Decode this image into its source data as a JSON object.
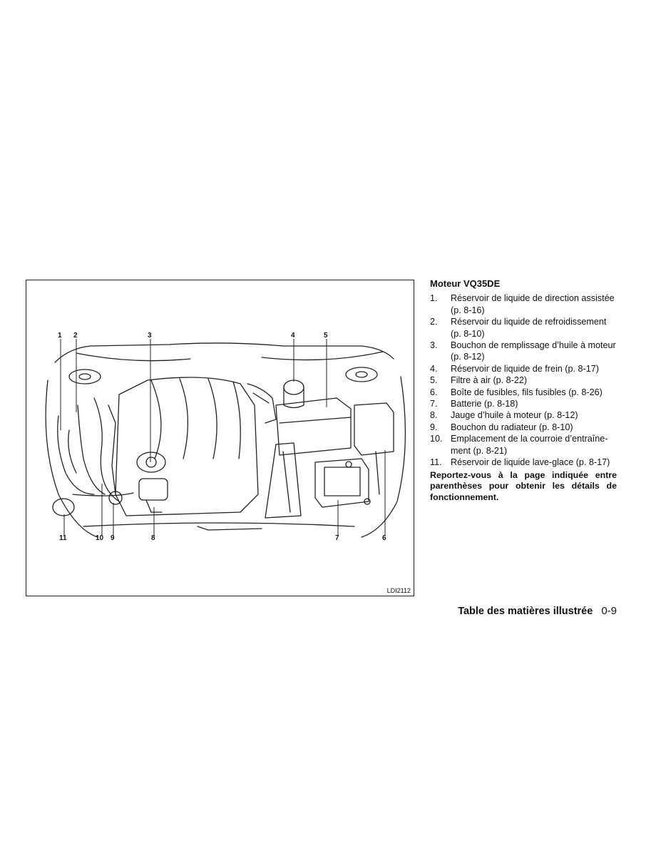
{
  "figure": {
    "code": "LDI2112",
    "callouts": [
      "1",
      "2",
      "3",
      "4",
      "5",
      "6",
      "7",
      "8",
      "9",
      "10",
      "11"
    ]
  },
  "section": {
    "title": "Moteur VQ35DE",
    "items": [
      {
        "num": "1.",
        "text": "Réservoir de liquide de direction assistée (p. 8-16)"
      },
      {
        "num": "2.",
        "text": "Réservoir du liquide de refroidissement (p. 8-10)"
      },
      {
        "num": "3.",
        "text": "Bouchon de remplissage d’huile à moteur (p. 8-12)"
      },
      {
        "num": "4.",
        "text": "Réservoir de liquide de frein (p. 8-17)"
      },
      {
        "num": "5.",
        "text": "Filtre à air (p. 8-22)"
      },
      {
        "num": "6.",
        "text": "Boîte de fusibles, fils fusibles (p. 8-26)"
      },
      {
        "num": "7.",
        "text": "Batterie (p. 8-18)"
      },
      {
        "num": "8.",
        "text": "Jauge d’huile à moteur (p. 8-12)"
      },
      {
        "num": "9.",
        "text": "Bouchon du radiateur (p. 8-10)"
      },
      {
        "num": "10.",
        "text": "Emplacement de la courroie d’entraîne­ment (p. 8-21)"
      },
      {
        "num": "11.",
        "text": "Réservoir de liquide lave-glace (p. 8-17)"
      }
    ],
    "note": "Reportez-vous à la page indiquée entre parenthèses pour obtenir les détails de fonctionnement."
  },
  "footer": {
    "title": "Table des matières illustrée",
    "page": "0-9"
  }
}
